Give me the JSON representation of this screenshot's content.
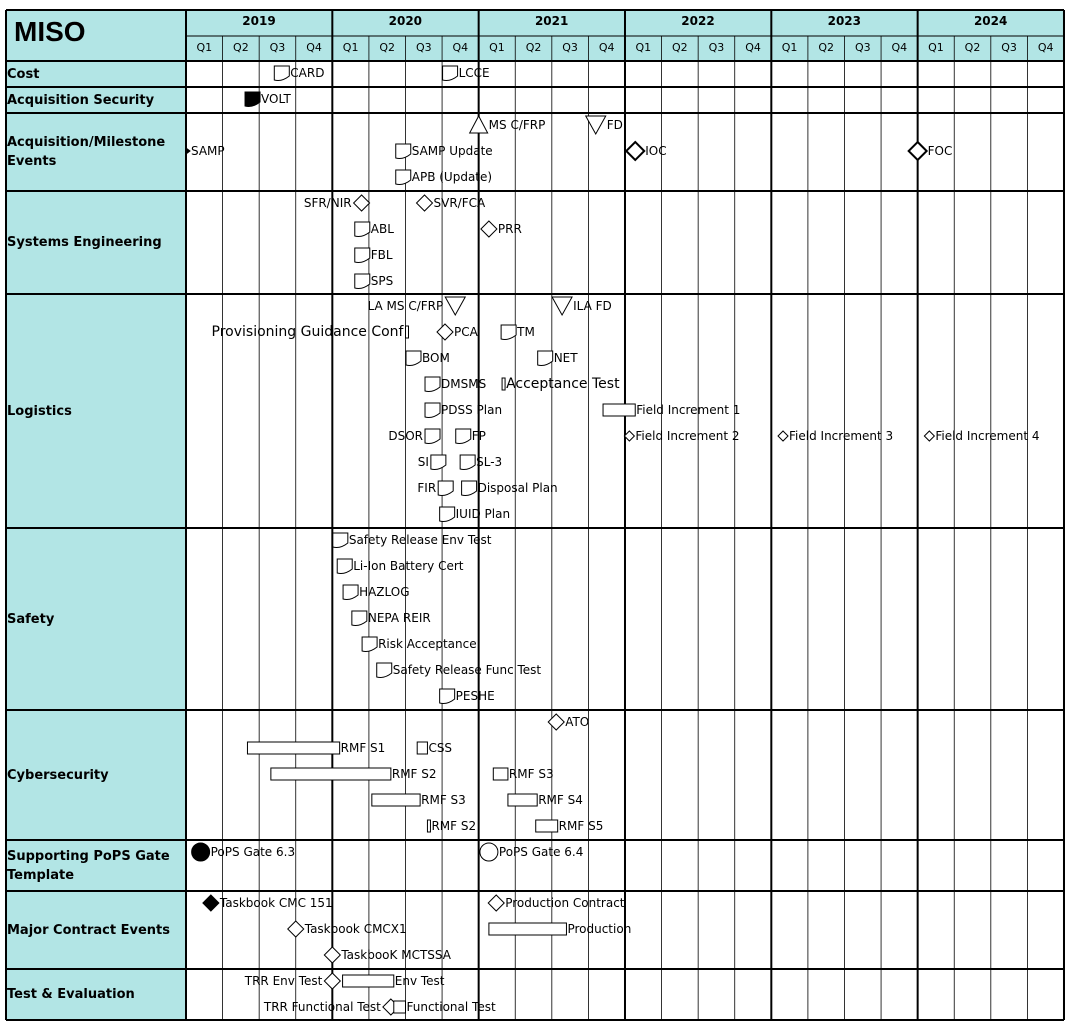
{
  "title": "MISO",
  "years": [
    "2019",
    "2020",
    "2021",
    "2022",
    "2023",
    "2024"
  ],
  "quarters": [
    "Q1",
    "Q2",
    "Q3",
    "Q4"
  ],
  "colors": {
    "header_fill": "#b2e5e5",
    "line": "#000000",
    "marker_fill": "#ffffff",
    "solid": "#000000"
  },
  "rows": [
    {
      "label": "Cost"
    },
    {
      "label": "Acquisition Security"
    },
    {
      "label": "Acquisition/Milestone Events"
    },
    {
      "label": "Systems Engineering"
    },
    {
      "label": "Logistics"
    },
    {
      "label": "Safety"
    },
    {
      "label": "Cybersecurity"
    },
    {
      "label": "Supporting PoPS Gate Template"
    },
    {
      "label": "Major Contract Events"
    },
    {
      "label": "Test & Evaluation"
    }
  ],
  "events": [
    {
      "label": "CARD",
      "marker": "doc",
      "time": 2019.6,
      "row": 0,
      "lane": 0
    },
    {
      "label": "LCCE",
      "marker": "doc",
      "time": 2020.75,
      "row": 0,
      "lane": 0
    },
    {
      "label": "VOLT",
      "marker": "doc-solid",
      "time": 2019.4,
      "row": 1,
      "lane": 0
    },
    {
      "label": "MS C/FRP",
      "marker": "triangle-up",
      "time": 2021.0,
      "row": 2,
      "lane": 0
    },
    {
      "label": "FD",
      "marker": "triangle-down",
      "time": 2021.8,
      "row": 2,
      "lane": 0
    },
    {
      "label": "SAMP",
      "marker": "triangle-right",
      "time": 2019.0,
      "row": 2,
      "lane": 1
    },
    {
      "label": "SAMP Update",
      "marker": "doc",
      "time": 2020.43,
      "row": 2,
      "lane": 1
    },
    {
      "label": "IOC",
      "marker": "diamond-bold",
      "time": 2022.07,
      "row": 2,
      "lane": 1
    },
    {
      "label": "FOC",
      "marker": "diamond-bold",
      "time": 2024.0,
      "row": 2,
      "lane": 1
    },
    {
      "label": "APB (Update)",
      "marker": "doc",
      "time": 2020.43,
      "row": 2,
      "lane": 2
    },
    {
      "label": "SFR/NIR",
      "marker": "diamond",
      "label_side": "left",
      "time": 2020.2,
      "row": 3,
      "lane": 0
    },
    {
      "label": "SVR/FCA",
      "marker": "diamond",
      "time": 2020.63,
      "row": 3,
      "lane": 0
    },
    {
      "label": "ABL",
      "marker": "doc",
      "time": 2020.15,
      "row": 3,
      "lane": 1
    },
    {
      "label": "PRR",
      "marker": "diamond",
      "time": 2021.07,
      "row": 3,
      "lane": 1
    },
    {
      "label": "FBL",
      "marker": "doc",
      "time": 2020.15,
      "row": 3,
      "lane": 2
    },
    {
      "label": "SPS",
      "marker": "doc",
      "time": 2020.15,
      "row": 3,
      "lane": 3
    },
    {
      "label": "LA MS C/FRP",
      "marker": "triangle-down",
      "label_side": "left",
      "time": 2020.84,
      "row": 4,
      "lane": 0
    },
    {
      "label": "ILA FD",
      "marker": "triangle-down",
      "time": 2021.57,
      "row": 4,
      "lane": 0
    },
    {
      "label": "Provisioning Guidance Conf",
      "marker": "bar",
      "label_side": "left",
      "big": true,
      "start": 2020.5,
      "end": 2020.51,
      "row": 4,
      "lane": 1
    },
    {
      "label": "PCA",
      "marker": "diamond",
      "time": 2020.77,
      "row": 4,
      "lane": 1
    },
    {
      "label": "TM",
      "marker": "doc",
      "time": 2021.15,
      "row": 4,
      "lane": 1
    },
    {
      "label": "BOM",
      "marker": "doc",
      "time": 2020.5,
      "row": 4,
      "lane": 2
    },
    {
      "label": "NET",
      "marker": "doc",
      "time": 2021.4,
      "row": 4,
      "lane": 2
    },
    {
      "label": "DMSMS",
      "marker": "doc",
      "time": 2020.63,
      "row": 4,
      "lane": 3
    },
    {
      "label": "Acceptance Test",
      "marker": "bar",
      "big": true,
      "start": 2021.16,
      "end": 2021.18,
      "row": 4,
      "lane": 3
    },
    {
      "label": "PDSS Plan",
      "marker": "doc",
      "time": 2020.63,
      "row": 4,
      "lane": 4
    },
    {
      "label": "Field Increment 1",
      "marker": "bar",
      "start": 2021.85,
      "end": 2022.07,
      "row": 4,
      "lane": 4
    },
    {
      "label": "DSOR",
      "marker": "doc",
      "label_side": "left",
      "time": 2020.63,
      "row": 4,
      "lane": 5
    },
    {
      "label": "FP",
      "marker": "doc",
      "time": 2020.84,
      "row": 4,
      "lane": 5
    },
    {
      "label": "Field Increment 2",
      "marker": "diamond-small",
      "time": 2022.03,
      "row": 4,
      "lane": 5
    },
    {
      "label": "Field Increment 3",
      "marker": "diamond-small",
      "time": 2023.08,
      "row": 4,
      "lane": 5
    },
    {
      "label": "Field Increment 4",
      "marker": "diamond-small",
      "time": 2024.08,
      "row": 4,
      "lane": 5
    },
    {
      "label": "SI",
      "marker": "doc",
      "label_side": "left",
      "time": 2020.67,
      "row": 4,
      "lane": 6
    },
    {
      "label": "SL-3",
      "marker": "doc",
      "time": 2020.87,
      "row": 4,
      "lane": 6
    },
    {
      "label": "FIR",
      "marker": "doc",
      "label_side": "left",
      "time": 2020.72,
      "row": 4,
      "lane": 7
    },
    {
      "label": "Disposal Plan",
      "marker": "doc",
      "time": 2020.88,
      "row": 4,
      "lane": 7
    },
    {
      "label": "IUID Plan",
      "marker": "doc",
      "time": 2020.73,
      "row": 4,
      "lane": 8
    },
    {
      "label": "Safety Release Env Test",
      "marker": "doc",
      "time": 2020.0,
      "row": 5,
      "lane": 0
    },
    {
      "label": "Li-Ion Battery Cert",
      "marker": "doc",
      "time": 2020.03,
      "row": 5,
      "lane": 1
    },
    {
      "label": "HAZLOG",
      "marker": "doc",
      "time": 2020.07,
      "row": 5,
      "lane": 2
    },
    {
      "label": "NEPA REIR",
      "marker": "doc",
      "time": 2020.13,
      "row": 5,
      "lane": 3
    },
    {
      "label": "Risk Acceptance",
      "marker": "doc",
      "time": 2020.2,
      "row": 5,
      "lane": 4
    },
    {
      "label": "Safety Release Func Test",
      "marker": "doc",
      "time": 2020.3,
      "row": 5,
      "lane": 5
    },
    {
      "label": "PESHE",
      "marker": "doc",
      "time": 2020.73,
      "row": 5,
      "lane": 6
    },
    {
      "label": "ATO",
      "marker": "diamond",
      "time": 2021.53,
      "row": 6,
      "lane": 0
    },
    {
      "label": "RMF S1",
      "marker": "bar",
      "start": 2019.42,
      "end": 2020.05,
      "row": 6,
      "lane": 1
    },
    {
      "label": "CSS",
      "marker": "bar",
      "start": 2020.58,
      "end": 2020.65,
      "row": 6,
      "lane": 1
    },
    {
      "label": "RMF S2",
      "marker": "bar",
      "start": 2019.58,
      "end": 2020.4,
      "row": 6,
      "lane": 2
    },
    {
      "label": "RMF S3",
      "marker": "bar",
      "start": 2021.1,
      "end": 2021.2,
      "row": 6,
      "lane": 2
    },
    {
      "label": "RMF S3",
      "marker": "bar",
      "start": 2020.27,
      "end": 2020.6,
      "row": 6,
      "lane": 3
    },
    {
      "label": "RMF S4",
      "marker": "bar",
      "start": 2021.2,
      "end": 2021.4,
      "row": 6,
      "lane": 3
    },
    {
      "label": "RMF S2",
      "marker": "bar",
      "start": 2020.65,
      "end": 2020.67,
      "row": 6,
      "lane": 4
    },
    {
      "label": "RMF S5",
      "marker": "bar",
      "start": 2021.39,
      "end": 2021.54,
      "row": 6,
      "lane": 4
    },
    {
      "label": "PoPS Gate 6.3",
      "marker": "circle-solid",
      "time": 2019.1,
      "row": 7,
      "lane": 0
    },
    {
      "label": "PoPS Gate 6.4",
      "marker": "circle",
      "time": 2021.07,
      "row": 7,
      "lane": 0
    },
    {
      "label": "Taskbook CMC 151",
      "marker": "diamond-solid",
      "time": 2019.17,
      "row": 8,
      "lane": 0
    },
    {
      "label": "Production Contract",
      "marker": "diamond",
      "time": 2021.12,
      "row": 8,
      "lane": 0
    },
    {
      "label": "Taskbook CMCX1",
      "marker": "diamond",
      "time": 2019.75,
      "row": 8,
      "lane": 1
    },
    {
      "label": "Production",
      "marker": "bar",
      "start": 2021.07,
      "end": 2021.6,
      "row": 8,
      "lane": 1
    },
    {
      "label": "TaskbooK MCTSSA",
      "marker": "diamond",
      "time": 2020.0,
      "row": 8,
      "lane": 2
    },
    {
      "label": "TRR Env Test",
      "marker": "diamond",
      "label_side": "left",
      "time": 2020.0,
      "row": 9,
      "lane": 0
    },
    {
      "label": "Env Test",
      "marker": "bar",
      "start": 2020.07,
      "end": 2020.42,
      "row": 9,
      "lane": 0
    },
    {
      "label": "TRR Functional Test",
      "marker": "diamond",
      "label_side": "left",
      "time": 2020.4,
      "row": 9,
      "lane": 1
    },
    {
      "label": "Functional Test",
      "marker": "bar",
      "start": 2020.42,
      "end": 2020.5,
      "row": 9,
      "lane": 1
    }
  ]
}
